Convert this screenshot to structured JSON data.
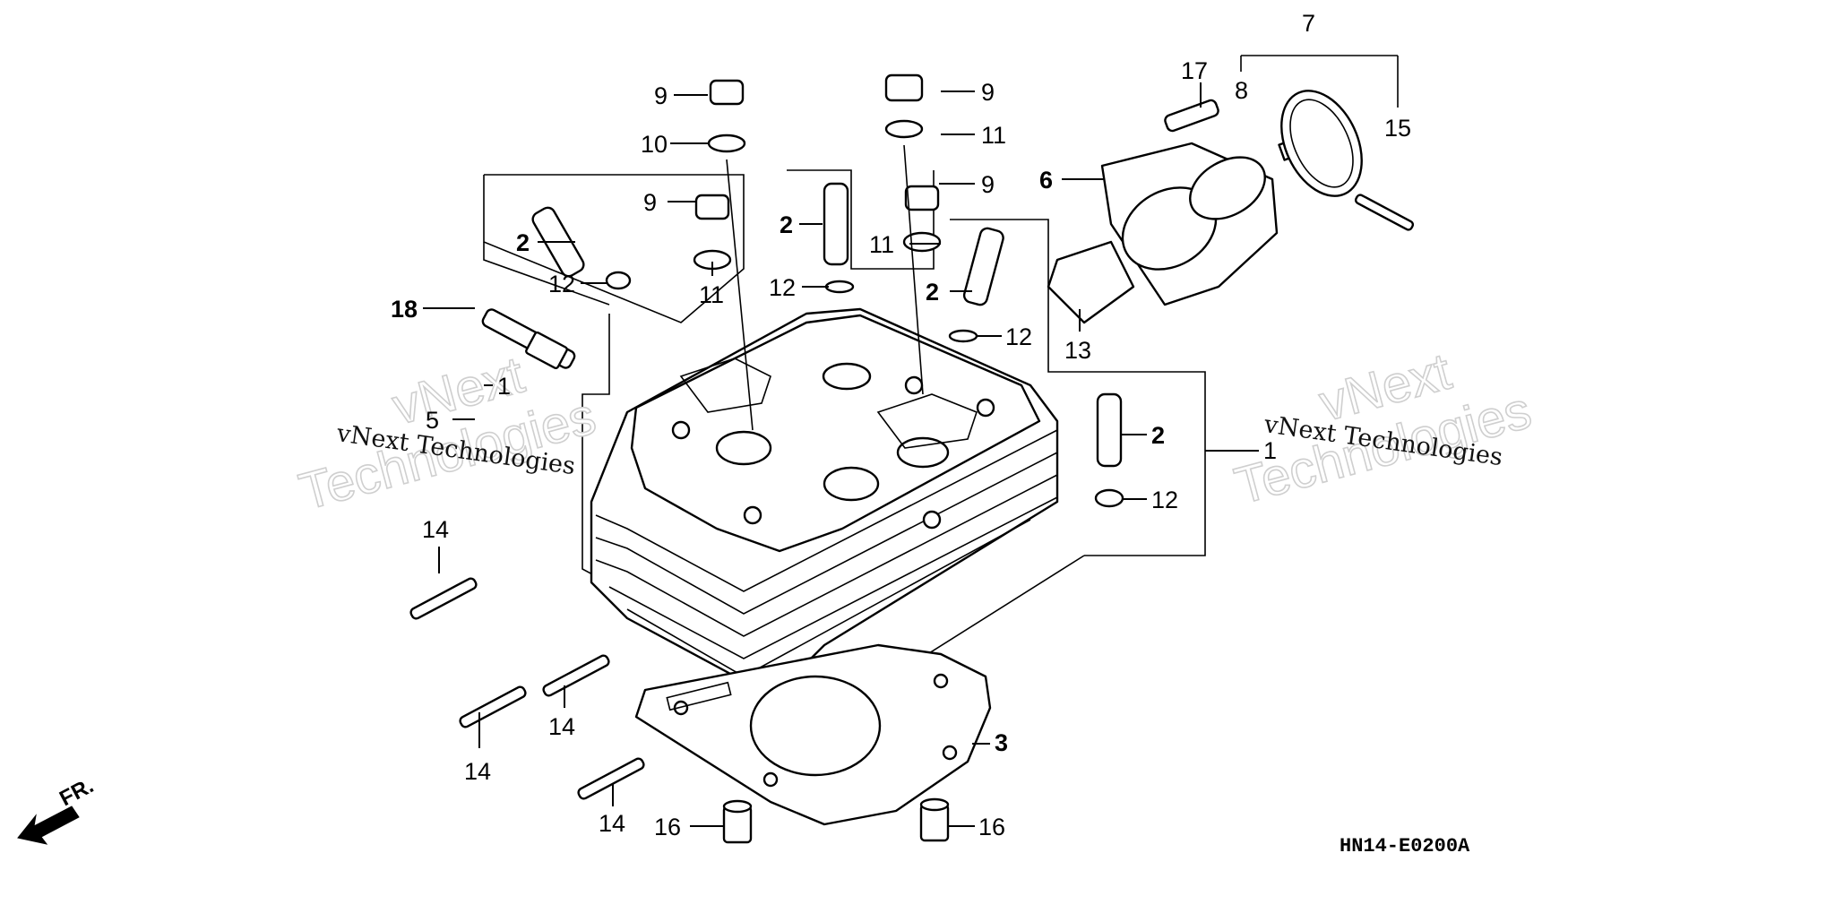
{
  "diagram_code": "HN14-E0200A",
  "front_marker": "FR.",
  "watermarks": [
    {
      "line1": "vNext",
      "line2": "Technologies",
      "caption": "vNext Technologies"
    },
    {
      "line1": "vNext",
      "line2": "Technologies",
      "caption": "vNext Technologies"
    }
  ],
  "callouts": [
    {
      "id": "c1",
      "text": "1"
    },
    {
      "id": "c2a",
      "text": "2"
    },
    {
      "id": "c2b",
      "text": "2"
    },
    {
      "id": "c2c",
      "text": "2"
    },
    {
      "id": "c2d",
      "text": "2"
    },
    {
      "id": "c3",
      "text": "3"
    },
    {
      "id": "c4",
      "text": "1"
    },
    {
      "id": "c5",
      "text": "5"
    },
    {
      "id": "c6",
      "text": "6"
    },
    {
      "id": "c7",
      "text": "7"
    },
    {
      "id": "c8",
      "text": "8"
    },
    {
      "id": "c9a",
      "text": "9"
    },
    {
      "id": "c9b",
      "text": "9"
    },
    {
      "id": "c9c",
      "text": "9"
    },
    {
      "id": "c9d",
      "text": "9"
    },
    {
      "id": "c10",
      "text": "10"
    },
    {
      "id": "c11a",
      "text": "11"
    },
    {
      "id": "c11b",
      "text": "11"
    },
    {
      "id": "c11c",
      "text": "11"
    },
    {
      "id": "c12a",
      "text": "12"
    },
    {
      "id": "c12b",
      "text": "12"
    },
    {
      "id": "c12c",
      "text": "12"
    },
    {
      "id": "c12d",
      "text": "12"
    },
    {
      "id": "c13",
      "text": "13"
    },
    {
      "id": "c14a",
      "text": "14"
    },
    {
      "id": "c14b",
      "text": "14"
    },
    {
      "id": "c14c",
      "text": "14"
    },
    {
      "id": "c14d",
      "text": "14"
    },
    {
      "id": "c15",
      "text": "15"
    },
    {
      "id": "c16a",
      "text": "16"
    },
    {
      "id": "c16b",
      "text": "16"
    },
    {
      "id": "c17",
      "text": "17"
    },
    {
      "id": "c18",
      "text": "18"
    }
  ]
}
